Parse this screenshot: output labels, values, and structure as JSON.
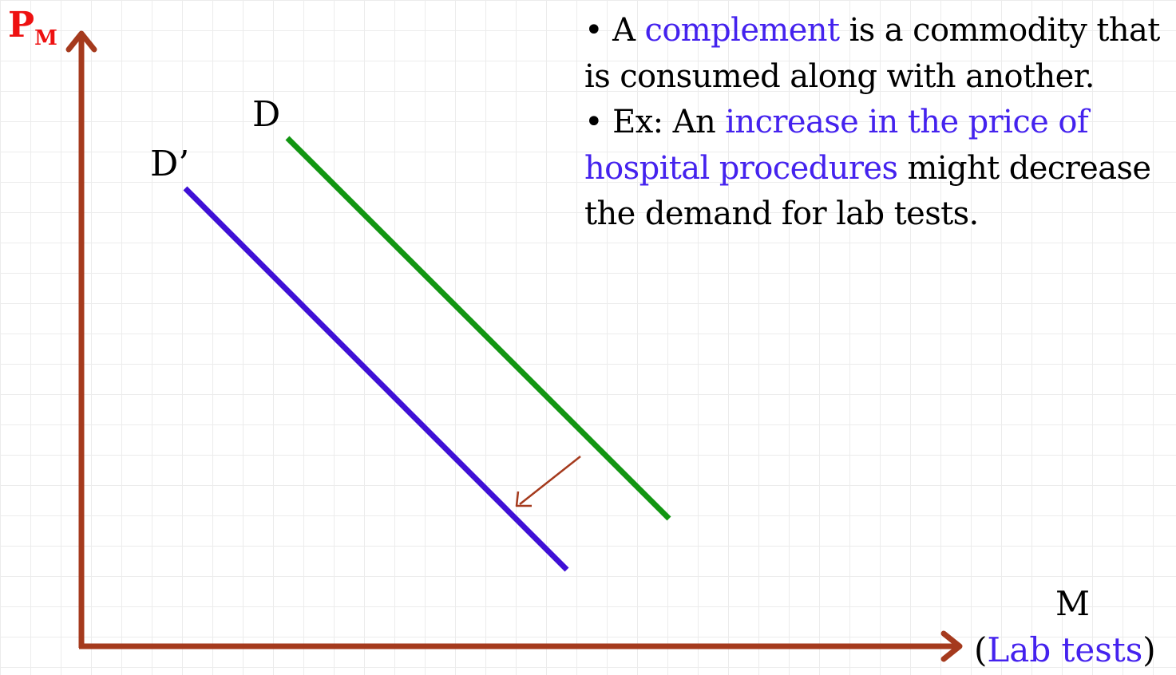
{
  "axes": {
    "y_label_main": "P",
    "y_label_sub": "M",
    "x_label": "M",
    "x_sublabel_open": "(",
    "x_sublabel_text": "Lab tests",
    "x_sublabel_close": ")"
  },
  "curves": {
    "original": {
      "label": "D",
      "color": "#129612"
    },
    "shifted": {
      "label": "D’",
      "color": "#3f10d6"
    }
  },
  "colors": {
    "axis": "#a53a1d",
    "y_label": "#ee1111",
    "highlight": "#4422ee",
    "shift_arrow": "#a53a1d"
  },
  "notes": [
    {
      "parts": [
        {
          "text": "• A ",
          "highlight": false
        },
        {
          "text": "complement",
          "highlight": true
        },
        {
          "text": " is a commodity that is consumed along with another.",
          "highlight": false
        }
      ]
    },
    {
      "parts": [
        {
          "text": "• Ex:  An ",
          "highlight": false
        },
        {
          "text": "increase in the price of hospital procedures",
          "highlight": true
        },
        {
          "text": " might decrease the demand for lab tests.",
          "highlight": false
        }
      ]
    }
  ]
}
